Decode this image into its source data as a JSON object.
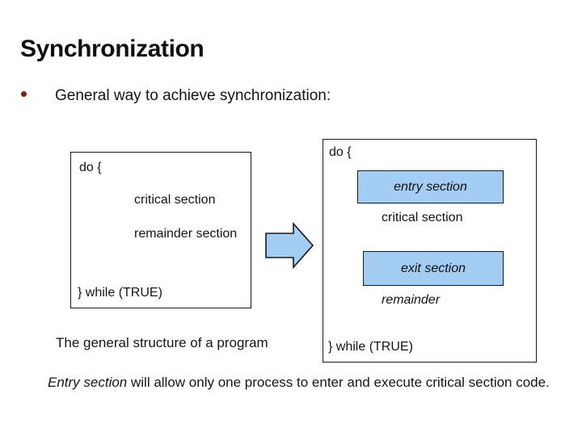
{
  "slide": {
    "title": "Synchronization",
    "bullet": {
      "marker": "bullet-dot",
      "text": "General way to achieve synchronization:"
    }
  },
  "colors": {
    "bullet_marker": "#8b1a15",
    "section_fill": "#a3cdf2",
    "arrow_fill": "#a3cdf2",
    "outline": "#1a1a1a",
    "text": "#151515",
    "background": "#ffffff"
  },
  "figure": {
    "left_box": {
      "lines": [
        "do {",
        "critical section",
        "remainder section",
        "} while (TRUE)"
      ]
    },
    "arrow": {
      "icon": "right-arrow-icon",
      "direction": "right"
    },
    "right_box": {
      "do_line": "do {",
      "entry_section": "entry section",
      "critical_section": "critical section",
      "exit_section": "exit section",
      "remainder": "remainder",
      "while_line": "} while (TRUE)"
    },
    "caption_left": "The general structure of a program",
    "caption_bottom": {
      "emphasis": "Entry section",
      "rest": " will allow only one process to enter and execute critical section code."
    }
  }
}
